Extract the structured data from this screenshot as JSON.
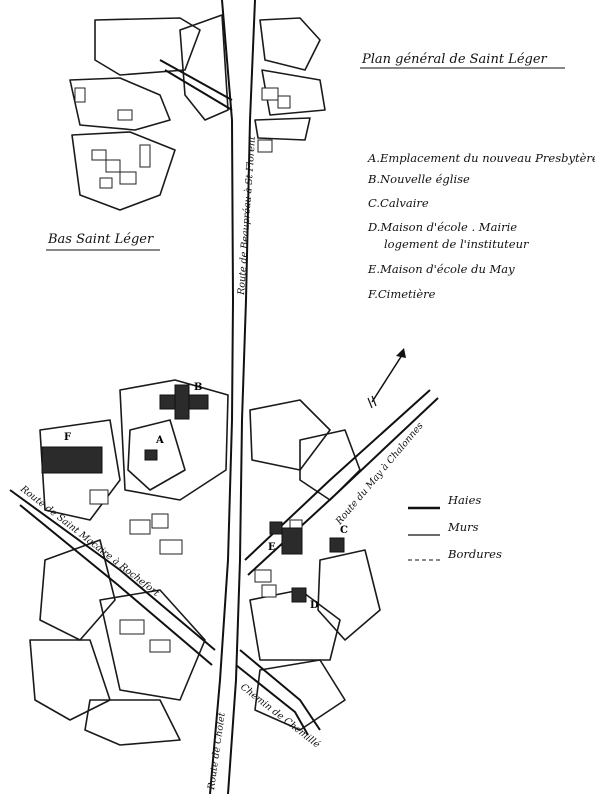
{
  "title": "Plan général de Saint Léger",
  "legend_places": [
    {
      "letter": "A.",
      "text": "Emplacement du nouveau Presbytère"
    },
    {
      "letter": "B.",
      "text": "Nouvelle église"
    },
    {
      "letter": "C.",
      "text": "Calvaire"
    },
    {
      "letter": "D.",
      "text": "Maison d'école . Mairie"
    },
    {
      "letter": "",
      "text": "logement de l'instituteur"
    },
    {
      "letter": "E.",
      "text": "Maison d'école du May"
    },
    {
      "letter": "F.",
      "text": "Cimetière"
    }
  ],
  "legend_lines": [
    {
      "text": "Haies",
      "style": "solid-thick"
    },
    {
      "text": "Murs",
      "style": "solid-thin"
    },
    {
      "text": "Bordures",
      "style": "dashed"
    }
  ],
  "area_label": "Bas Saint Léger",
  "roads": {
    "beaupreau": "Route de Beaupréau à St Florent",
    "may": "Route du May à Chalonnes",
    "saint_macaire": "Route de Saint Macaire à Rochefort",
    "cholet": "Route de Cholet",
    "chemin": "Chemin de Chemillé"
  },
  "map_letters": {
    "a": "A",
    "b": "B",
    "c": "C",
    "d": "D",
    "e": "E",
    "f": "F"
  },
  "colors": {
    "ink": "#111111",
    "paper": "#ffffff",
    "fill_dark": "#2b2b2b"
  }
}
